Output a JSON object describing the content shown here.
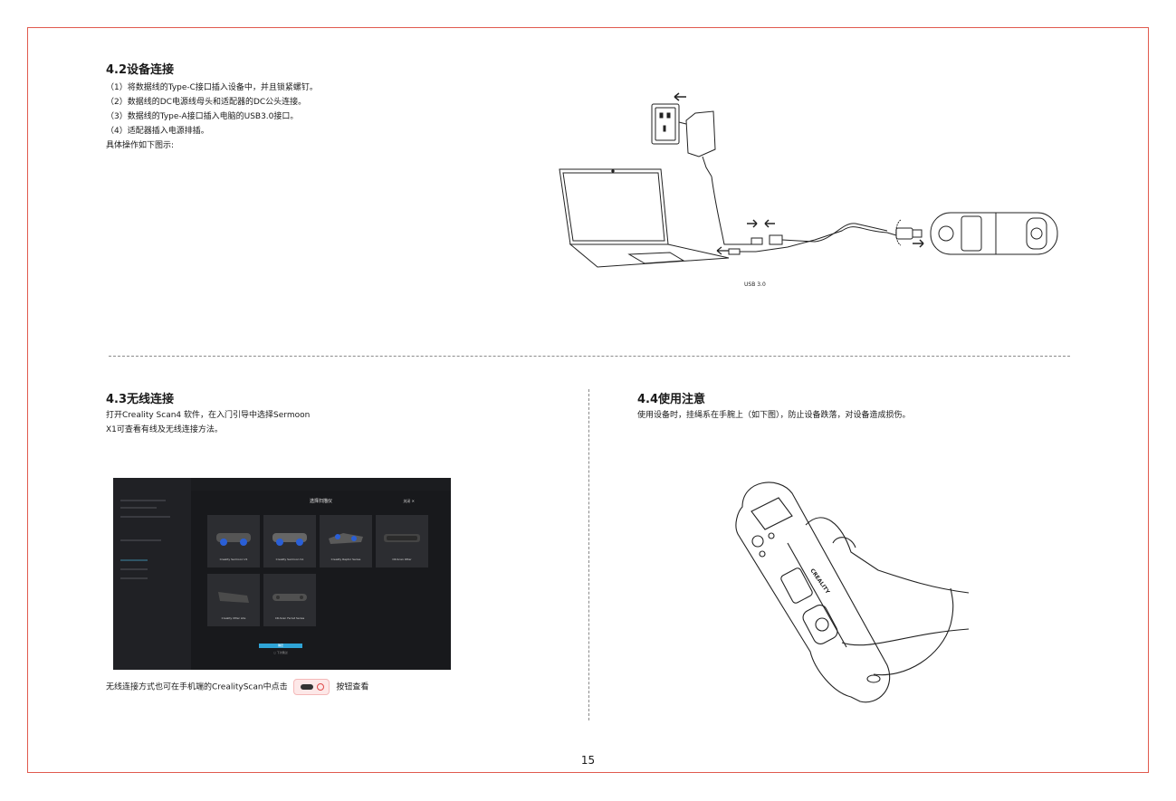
{
  "section42": {
    "title": "4.2设备连接",
    "steps": [
      "（1）将数据线的Type-C接口插入设备中，并且锁紧螺钉。",
      "（2）数据线的DC电源线母头和适配器的DC公头连接。",
      "（3）数据线的Type-A接口插入电脑的USB3.0接口。",
      "（4）适配器插入电源排插。"
    ],
    "note": "具体操作如下图示:",
    "diagram_label": "USB 3.0"
  },
  "section43": {
    "title": "4.3无线连接",
    "lines": [
      "打开Creality Scan4 软件，在入门引导中选择Sermoon",
      "X1可查看有线及无线连接方法。"
    ],
    "app": {
      "dialog_title": "选择扫描仪",
      "close_label": "关闭 ✕",
      "cards": [
        "Creality Sermoon V1",
        "Creality Sermoon S1",
        "Creality Raptor Series",
        "CR-Scan Otter",
        "Creality Otter Lite",
        "CR-Scan Ferret Series"
      ],
      "confirm_label": "确定",
      "skip_label": "◻ 下次跳过"
    },
    "bottom_before": "无线连接方式也可在手机端的CrealityScan中点击",
    "bottom_after": "按钮查看"
  },
  "section44": {
    "title": "4.4使用注意",
    "text": "使用设备时，挂绳系在手腕上（如下图），防止设备跌落，对设备造成损伤。",
    "device_brand": "CREALITY"
  },
  "page_number": "15",
  "colors": {
    "frame": "#e05a4e",
    "accent": "#2fa4d6"
  }
}
